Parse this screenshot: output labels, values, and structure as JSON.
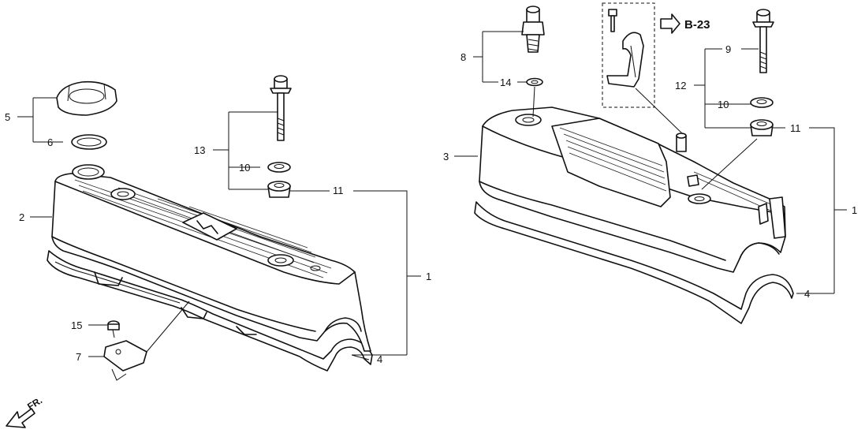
{
  "callouts": {
    "n1_left": "1",
    "n1_right": "1",
    "n2": "2",
    "n3": "3",
    "n4_left": "4",
    "n4_right": "4",
    "n5": "5",
    "n6": "6",
    "n7": "7",
    "n8": "8",
    "n9": "9",
    "n10_left": "10",
    "n10_right": "10",
    "n11_left": "11",
    "n11_right": "11",
    "n12": "12",
    "n13": "13",
    "n14": "14",
    "n15": "15"
  },
  "reference": {
    "label": "B-23"
  },
  "direction": {
    "label": "FR."
  }
}
